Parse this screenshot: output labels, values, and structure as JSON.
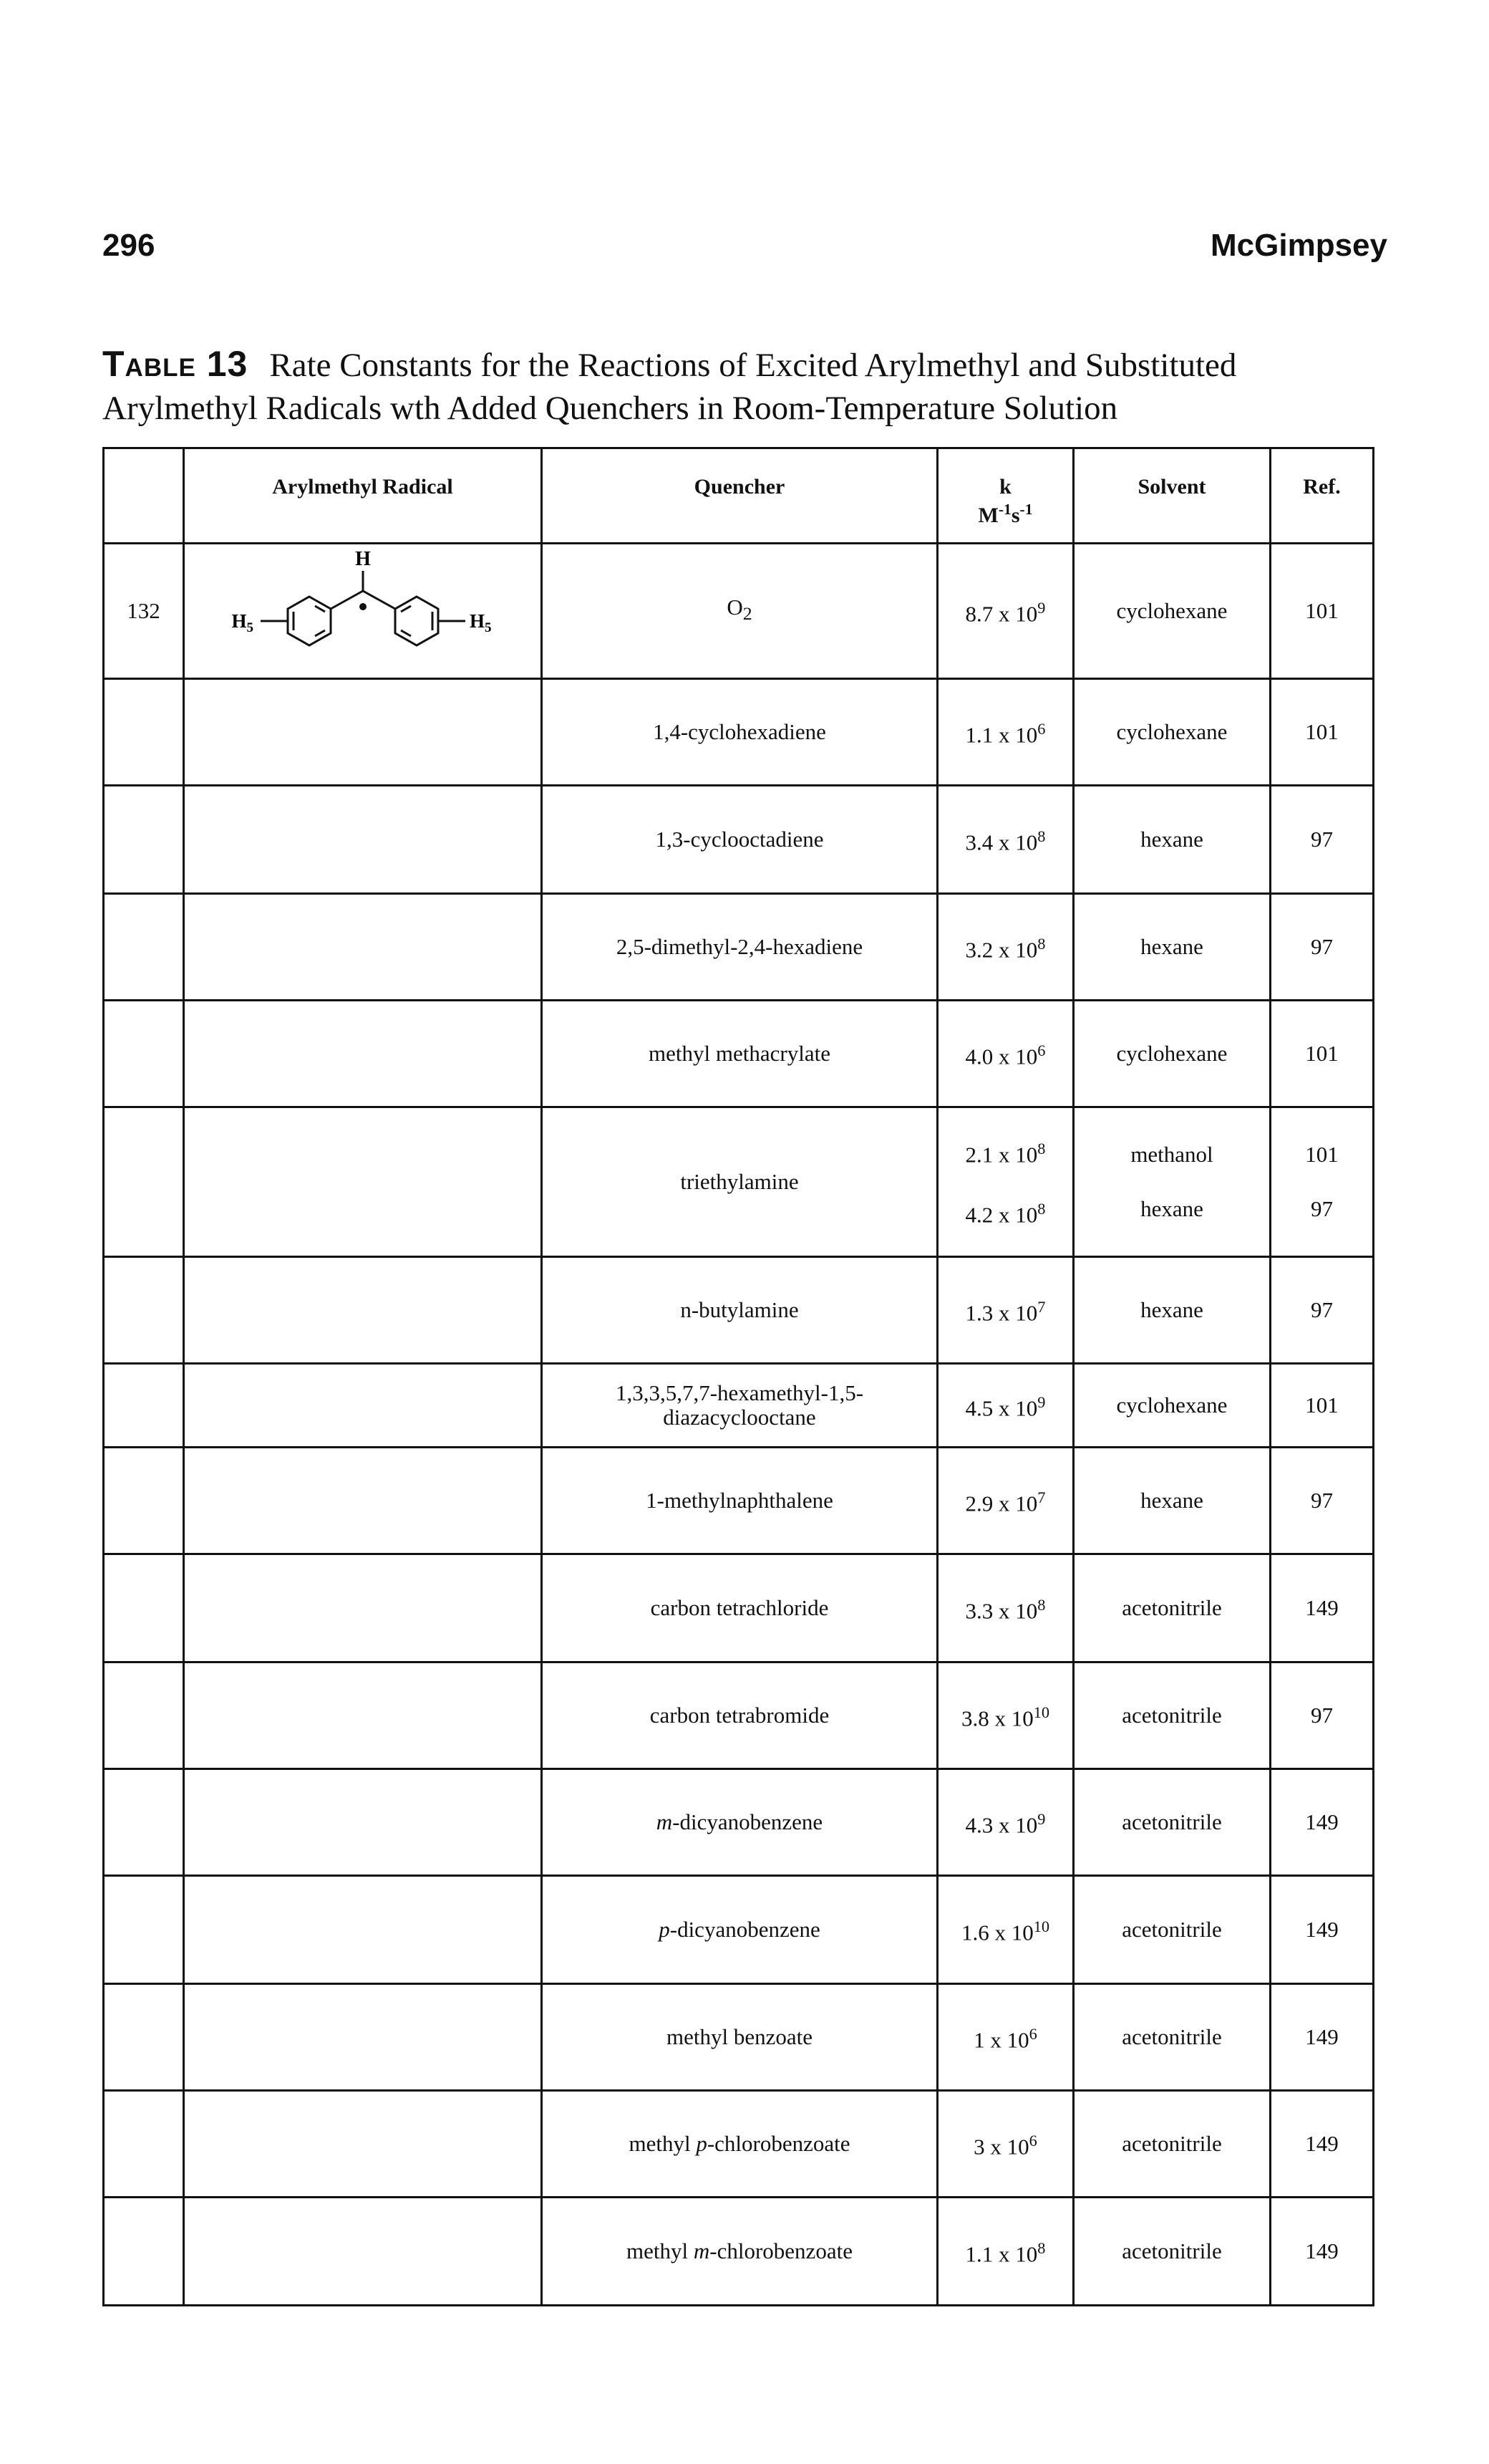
{
  "header": {
    "page_number": "296",
    "author": "McGimpsey"
  },
  "caption": {
    "label": "Table",
    "number": "13",
    "text": "Rate Constants for the Reactions of Excited Arylmethyl and Substituted Arylmethyl Radicals wth Added Quenchers in Room-Temperature Solution"
  },
  "columns": {
    "radical": "Arylmethyl Radical",
    "quencher": "Quencher",
    "k": "k",
    "k_unit": "M-1s-1",
    "solvent": "Solvent",
    "ref": "Ref."
  },
  "structure": {
    "central_atom_label": "H",
    "substituent_left": "H5",
    "substituent_right": "H5"
  },
  "rows": [
    {
      "id": "132",
      "quencher": "O2",
      "k": [
        {
          "m": "8.7 x 10",
          "e": "9"
        }
      ],
      "solvent": [
        "cyclohexane"
      ],
      "ref": [
        "101"
      ]
    },
    {
      "id": "",
      "quencher": "1,4-cyclohexadiene",
      "k": [
        {
          "m": "1.1 x 10",
          "e": "6"
        }
      ],
      "solvent": [
        "cyclohexane"
      ],
      "ref": [
        "101"
      ]
    },
    {
      "id": "",
      "quencher": "1,3-cyclooctadiene",
      "k": [
        {
          "m": "3.4 x 10",
          "e": "8"
        }
      ],
      "solvent": [
        "hexane"
      ],
      "ref": [
        "97"
      ]
    },
    {
      "id": "",
      "quencher": "2,5-dimethyl-2,4-hexadiene",
      "k": [
        {
          "m": "3.2 x 10",
          "e": "8"
        }
      ],
      "solvent": [
        "hexane"
      ],
      "ref": [
        "97"
      ]
    },
    {
      "id": "",
      "quencher": "methyl methacrylate",
      "k": [
        {
          "m": "4.0 x 10",
          "e": "6"
        }
      ],
      "solvent": [
        "cyclohexane"
      ],
      "ref": [
        "101"
      ]
    },
    {
      "id": "",
      "quencher": "triethylamine",
      "k": [
        {
          "m": "2.1 x 10",
          "e": "8"
        },
        {
          "m": "4.2 x 10",
          "e": "8"
        }
      ],
      "solvent": [
        "methanol",
        "hexane"
      ],
      "ref": [
        "101",
        "97"
      ]
    },
    {
      "id": "",
      "quencher": "n-butylamine",
      "k": [
        {
          "m": "1.3 x 10",
          "e": "7"
        }
      ],
      "solvent": [
        "hexane"
      ],
      "ref": [
        "97"
      ]
    },
    {
      "id": "",
      "quencher": "1,3,3,5,7,7-hexamethyl-1,5-diazacyclooctane",
      "k": [
        {
          "m": "4.5 x 10",
          "e": "9"
        }
      ],
      "solvent": [
        "cyclohexane"
      ],
      "ref": [
        "101"
      ]
    },
    {
      "id": "",
      "quencher": "1-methylnaphthalene",
      "k": [
        {
          "m": "2.9 x 10",
          "e": "7"
        }
      ],
      "solvent": [
        "hexane"
      ],
      "ref": [
        "97"
      ]
    },
    {
      "id": "",
      "quencher": "carbon tetrachloride",
      "k": [
        {
          "m": "3.3 x 10",
          "e": "8"
        }
      ],
      "solvent": [
        "acetonitrile"
      ],
      "ref": [
        "149"
      ]
    },
    {
      "id": "",
      "quencher": "carbon tetrabromide",
      "k": [
        {
          "m": "3.8 x 10",
          "e": "10"
        }
      ],
      "solvent": [
        "acetonitrile"
      ],
      "ref": [
        "97"
      ]
    },
    {
      "id": "",
      "quencher": "m-dicyanobenzene",
      "k": [
        {
          "m": "4.3 x 10",
          "e": "9"
        }
      ],
      "solvent": [
        "acetonitrile"
      ],
      "ref": [
        "149"
      ]
    },
    {
      "id": "",
      "quencher": "p-dicyanobenzene",
      "k": [
        {
          "m": "1.6 x 10",
          "e": "10"
        }
      ],
      "solvent": [
        "acetonitrile"
      ],
      "ref": [
        "149"
      ]
    },
    {
      "id": "",
      "quencher": "methyl benzoate",
      "k": [
        {
          "m": "1 x 10",
          "e": "6"
        }
      ],
      "solvent": [
        "acetonitrile"
      ],
      "ref": [
        "149"
      ]
    },
    {
      "id": "",
      "quencher": "methyl p-chlorobenzoate",
      "k": [
        {
          "m": "3 x 10",
          "e": "6"
        }
      ],
      "solvent": [
        "acetonitrile"
      ],
      "ref": [
        "149"
      ]
    },
    {
      "id": "",
      "quencher": "methyl m-chlorobenzoate",
      "k": [
        {
          "m": "1.1 x 10",
          "e": "8"
        }
      ],
      "solvent": [
        "acetonitrile"
      ],
      "ref": [
        "149"
      ]
    }
  ]
}
